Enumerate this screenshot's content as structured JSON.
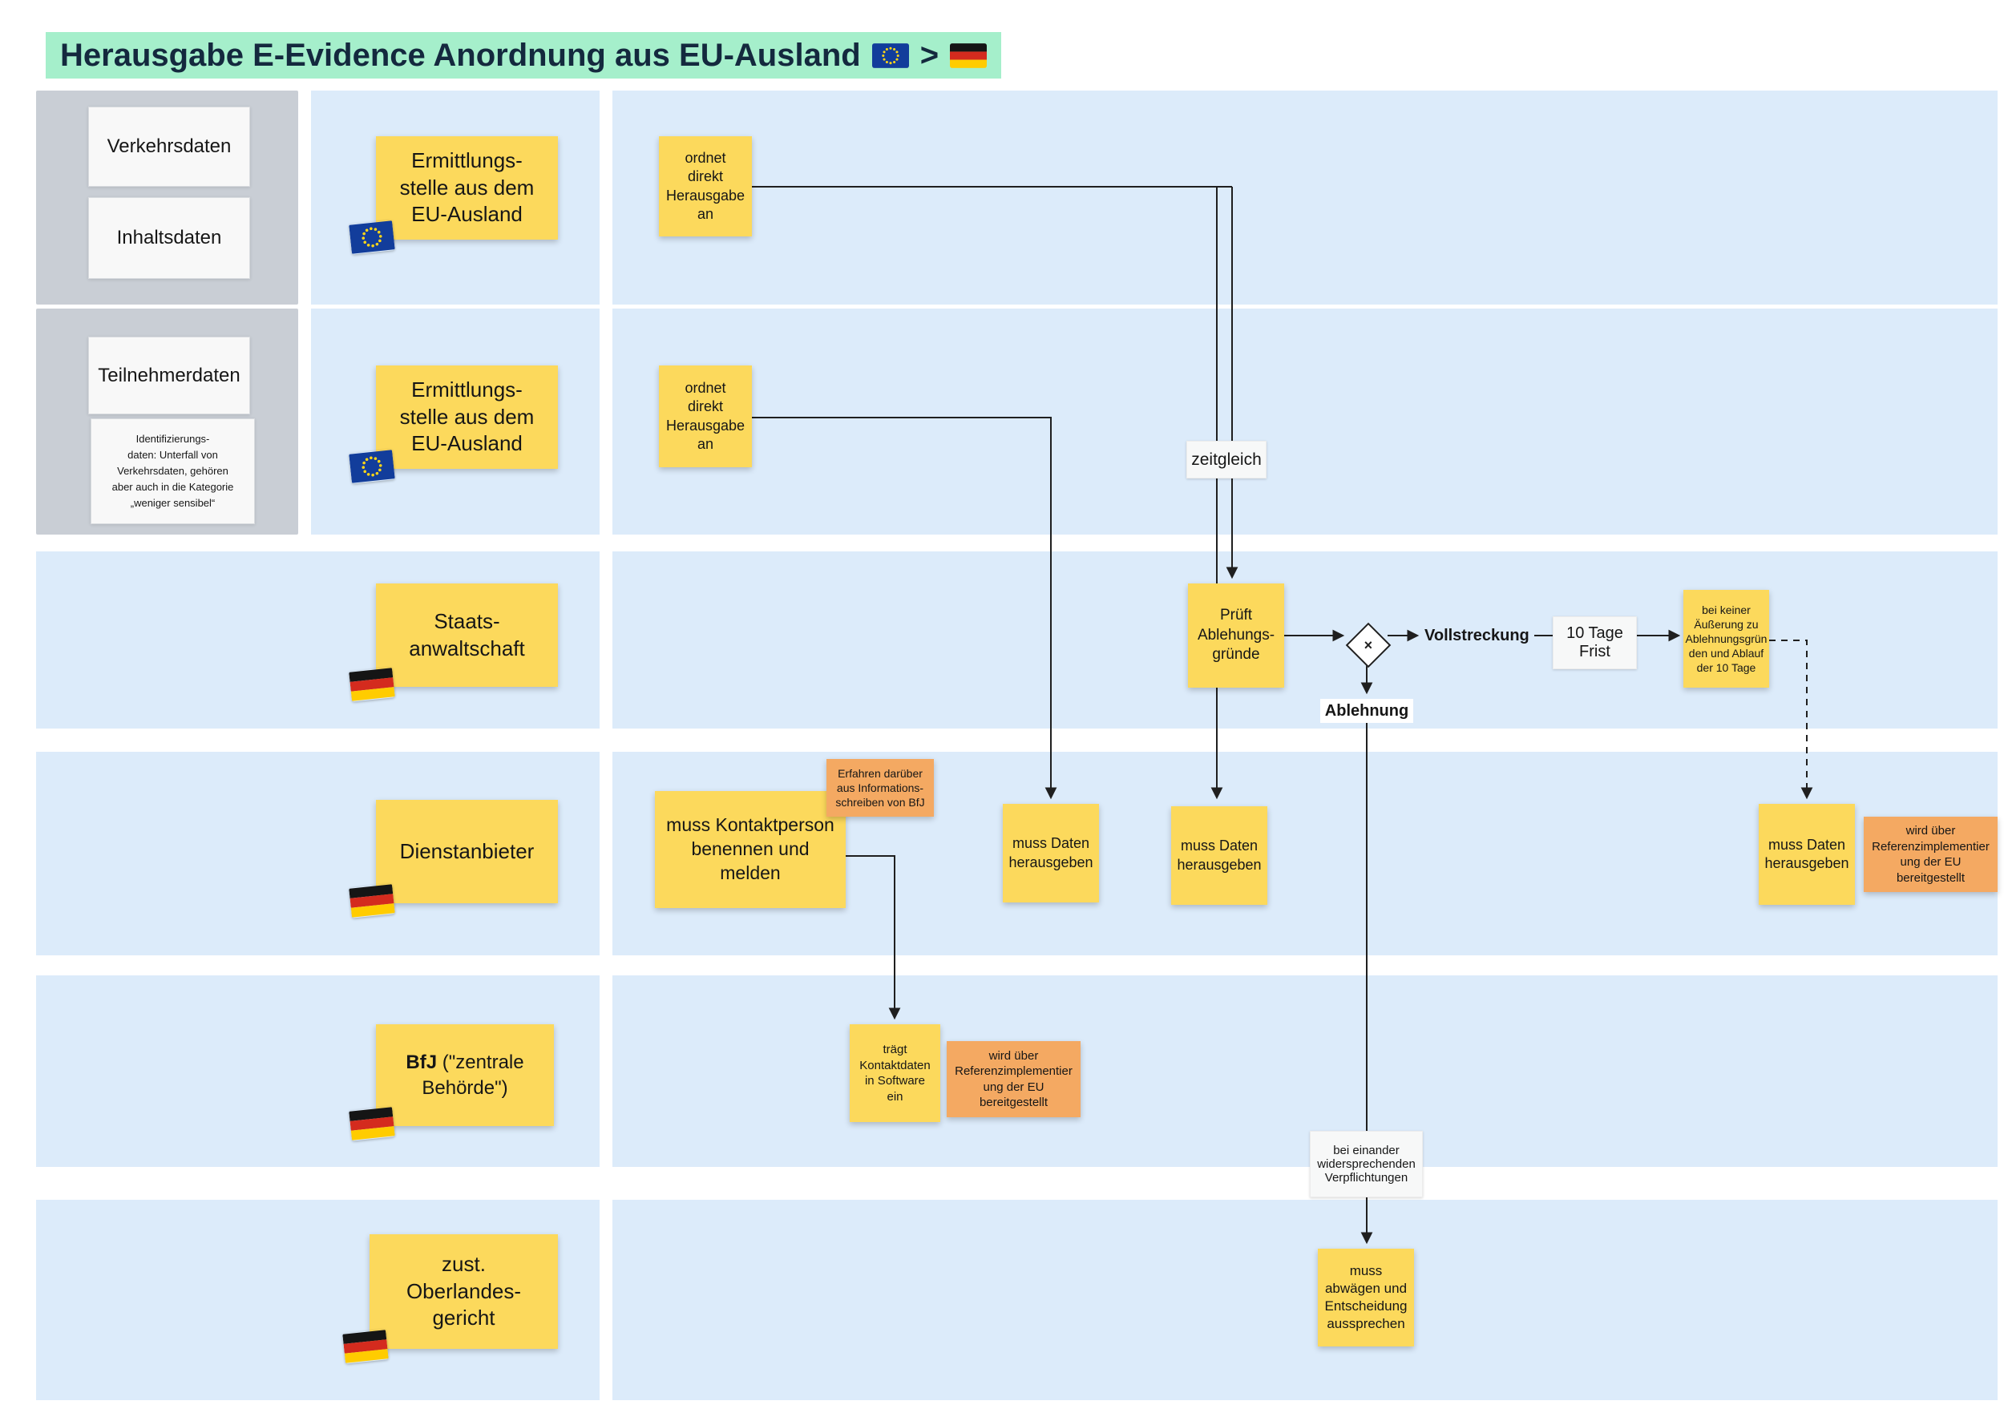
{
  "title": {
    "text": "Herausgabe E-Evidence Anordnung aus EU-Ausland",
    "separator": ">"
  },
  "sidebar": {
    "card1": "Verkehrsdaten",
    "card2": "Inhaltsdaten",
    "card3": "Teilnehmerdaten",
    "note": "Identifizierungs-\ndaten: Unterfall von\nVerkehrsdaten, gehören\naber auch in die Kategorie\n„weniger sensibel“"
  },
  "lanes": {
    "l1": "Ermittlungs-\nstelle aus dem\nEU-Ausland",
    "l2": "Ermittlungs-\nstelle aus dem\nEU-Ausland",
    "l3": "Staats-\nanwaltschaft",
    "l4": "Dienstanbieter",
    "l5_bold": "BfJ",
    "l5_rest": " (\"zentrale\nBehörde\")",
    "l6": "zust.\nOberlandes-\ngericht"
  },
  "nodes": {
    "ordnet1": "ordnet\ndirekt\nHerausgabe\nan",
    "ordnet2": "ordnet\ndirekt\nHerausgabe\nan",
    "zeitgleich": "zeitgleich",
    "prueft": "Prüft\nAblehungs-\ngründe",
    "vollstreckung": "Vollstreckung",
    "frist": "10 Tage\nFrist",
    "bei_keiner": "bei keiner\nÄußerung zu\nAblehnungsgrün\nden und Ablauf\nder 10 Tage",
    "ablehnung": "Ablehnung",
    "muss_daten_1": "muss Daten\nherausgeben",
    "muss_daten_2": "muss Daten\nherausgeben",
    "muss_daten_3": "muss Daten\nherausgeben",
    "wird_ueber_1": "wird über\nReferenzimplementier\nung der EU\nbereitgestellt",
    "muss_kontakt": "muss Kontaktperson\nbenennen und\nmelden",
    "erfahren": "Erfahren darüber\naus Informations-\nschreiben von BfJ",
    "traegt": "trägt\nKontaktdaten\nin Software\nein",
    "wird_ueber_2": "wird über\nReferenzimplementier\nung der EU\nbereitgestellt",
    "bei_einander": "bei einander\nwidersprechenden\nVerpflichtungen",
    "muss_abwaegen": "muss\nabwägen und\nEntscheidung\naussprechen"
  },
  "colors": {
    "lane_bg": "#dcebfa",
    "sticky_yellow": "#fcd95c",
    "sticky_orange": "#f4a962",
    "title_highlight": "#a5efcb",
    "sidebar_gray": "#c9ced5"
  }
}
